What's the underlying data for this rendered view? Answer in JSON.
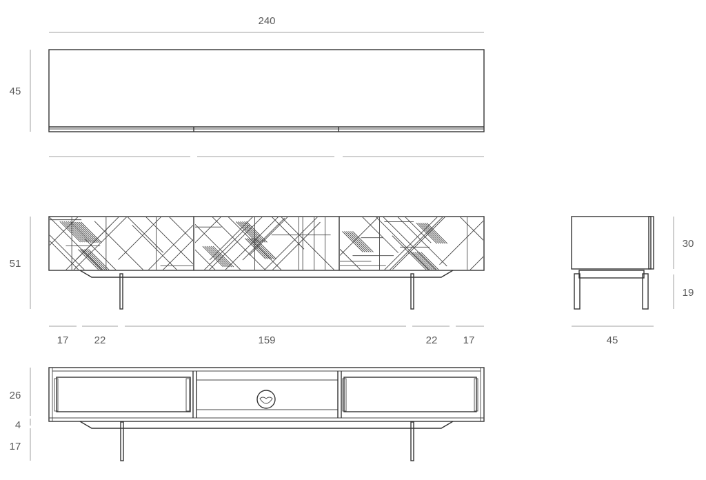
{
  "drawing": {
    "top_view": {
      "width_label": "240",
      "depth_label": "45"
    },
    "front_view": {
      "height_label": "51",
      "bottom_dims": [
        "17",
        "22",
        "159",
        "22",
        "17"
      ]
    },
    "side_view": {
      "body_height_label": "30",
      "leg_height_label": "19",
      "depth_label": "45"
    },
    "back_view": {
      "labels": [
        "26",
        "4",
        "17"
      ]
    }
  }
}
